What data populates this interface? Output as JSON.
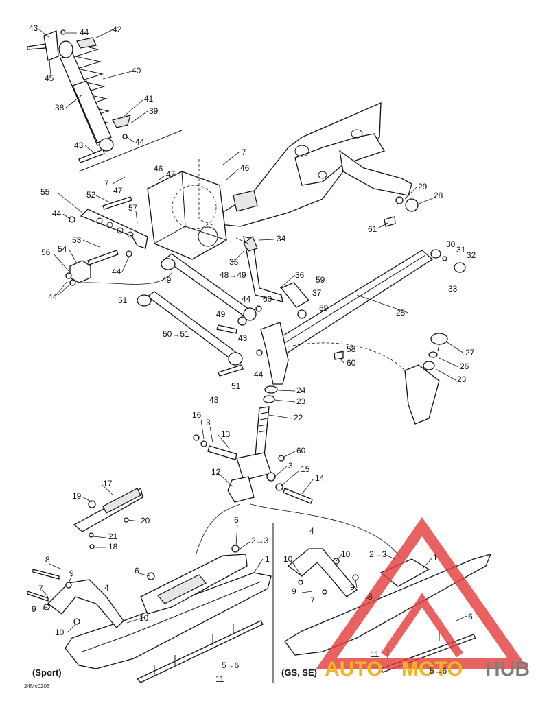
{
  "diagram": {
    "code": "24Mc0206",
    "captions": {
      "sport": "(Sport)",
      "gs_se": "(GS, SE)"
    },
    "labels": {
      "l43a": "43",
      "l44a": "44",
      "l42": "42",
      "l45": "45",
      "l40": "40",
      "l38": "38",
      "l41": "41",
      "l39": "39",
      "l43b": "43",
      "l44b": "44",
      "l7a": "7",
      "l46a": "46",
      "l46b": "46",
      "l47a": "47",
      "l7b": "7",
      "l47b": "47",
      "l52": "52",
      "l55": "55",
      "l57": "57",
      "l44c": "44",
      "l53": "53",
      "l54": "54",
      "l56": "56",
      "l44d": "44",
      "l44e": "44",
      "l49a": "49",
      "l48": "48→49",
      "l51a": "51",
      "l49b": "49",
      "l50": "50→51",
      "l43c": "43",
      "l44f": "44",
      "l51b": "51",
      "l43d": "43",
      "l34": "34",
      "l35": "35",
      "l36": "36",
      "l59a": "59",
      "l60a": "60",
      "l37": "37",
      "l59b": "59",
      "l44g": "44",
      "l29": "29",
      "l28": "28",
      "l61": "61",
      "l30": "30",
      "l31": "31",
      "l32": "32",
      "l33": "33",
      "l25": "25",
      "l58": "58",
      "l60b": "60",
      "l27": "27",
      "l26": "26",
      "l23a": "23",
      "l24": "24",
      "l23b": "23",
      "l22": "22",
      "l16": "16",
      "l3a": "3",
      "l13": "13",
      "l60c": "60",
      "l12": "12",
      "l3b": "3",
      "l15": "15",
      "l14": "14",
      "l17": "17",
      "l19": "19",
      "l20": "20",
      "l21": "21",
      "l18": "18",
      "l6a": "6",
      "l23c": "2→3",
      "l8a": "8",
      "l9a": "9",
      "l7c": "7",
      "l4a": "4",
      "l9b": "9",
      "l6b": "6",
      "l1a": "1",
      "l10a": "10",
      "l10b": "10",
      "l56b": "5→6",
      "l11a": "11",
      "l4b": "4",
      "l10c": "10",
      "l10d": "10",
      "l23d": "2→3",
      "l1b": "1",
      "l9c": "9",
      "l9d": "9",
      "l7d": "7",
      "l8b": "8",
      "l6c": "6",
      "l11b": "11",
      "l56c": "5→6"
    }
  },
  "watermark": {
    "text_auto": "AUTO",
    "text_moto": "MOTO",
    "text_hub": "HUB",
    "colors": {
      "triangle": "#e23b3b",
      "auto": "#f2b51e",
      "moto": "#f2b51e",
      "hub": "#7d7d7d"
    }
  }
}
